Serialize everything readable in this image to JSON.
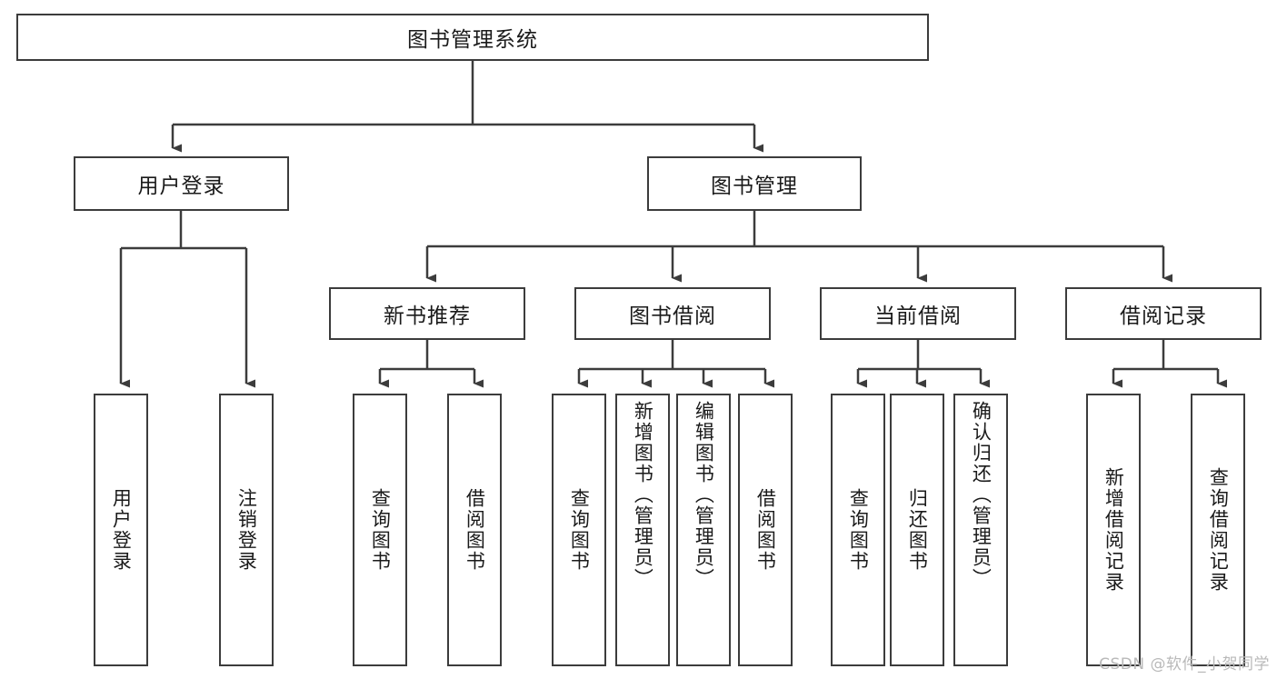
{
  "diagram": {
    "type": "tree-hierarchy-diagram",
    "title": "图书管理系统",
    "root": {
      "label": "图书管理系统"
    },
    "level2": [
      {
        "id": "user-login",
        "label": "用户登录"
      },
      {
        "id": "book-management",
        "label": "图书管理"
      }
    ],
    "level3": [
      {
        "id": "new-book-recommend",
        "label": "新书推荐"
      },
      {
        "id": "book-borrow",
        "label": "图书借阅"
      },
      {
        "id": "current-borrow",
        "label": "当前借阅"
      },
      {
        "id": "borrow-record",
        "label": "借阅记录"
      }
    ],
    "leaves": {
      "user_login": [
        {
          "id": "user-login-leaf",
          "label": "用户登录"
        },
        {
          "id": "logout-leaf",
          "label": "注销登录"
        }
      ],
      "new_book_recommend": [
        {
          "id": "query-book-1",
          "label": "查询图书"
        },
        {
          "id": "borrow-book-1",
          "label": "借阅图书"
        }
      ],
      "book_borrow": [
        {
          "id": "query-book-2",
          "label": "查询图书"
        },
        {
          "id": "add-book",
          "label": "新增图书（管理员）"
        },
        {
          "id": "edit-book",
          "label": "编辑图书（管理员）"
        },
        {
          "id": "borrow-book-2",
          "label": "借阅图书"
        }
      ],
      "current_borrow": [
        {
          "id": "query-book-3",
          "label": "查询图书"
        },
        {
          "id": "return-book",
          "label": "归还图书"
        },
        {
          "id": "confirm-return",
          "label": "确认归还（管理员）"
        }
      ],
      "borrow_record": [
        {
          "id": "add-borrow-record",
          "label": "新增借阅记录"
        },
        {
          "id": "query-borrow-record",
          "label": "查询借阅记录"
        }
      ]
    }
  },
  "watermark": {
    "text": "CSDN @软件_小贺同学"
  },
  "colors": {
    "stroke": "#3c3c3c",
    "background": "#ffffff",
    "text": "#1a1a1a",
    "watermark": "#b9b9b9"
  }
}
